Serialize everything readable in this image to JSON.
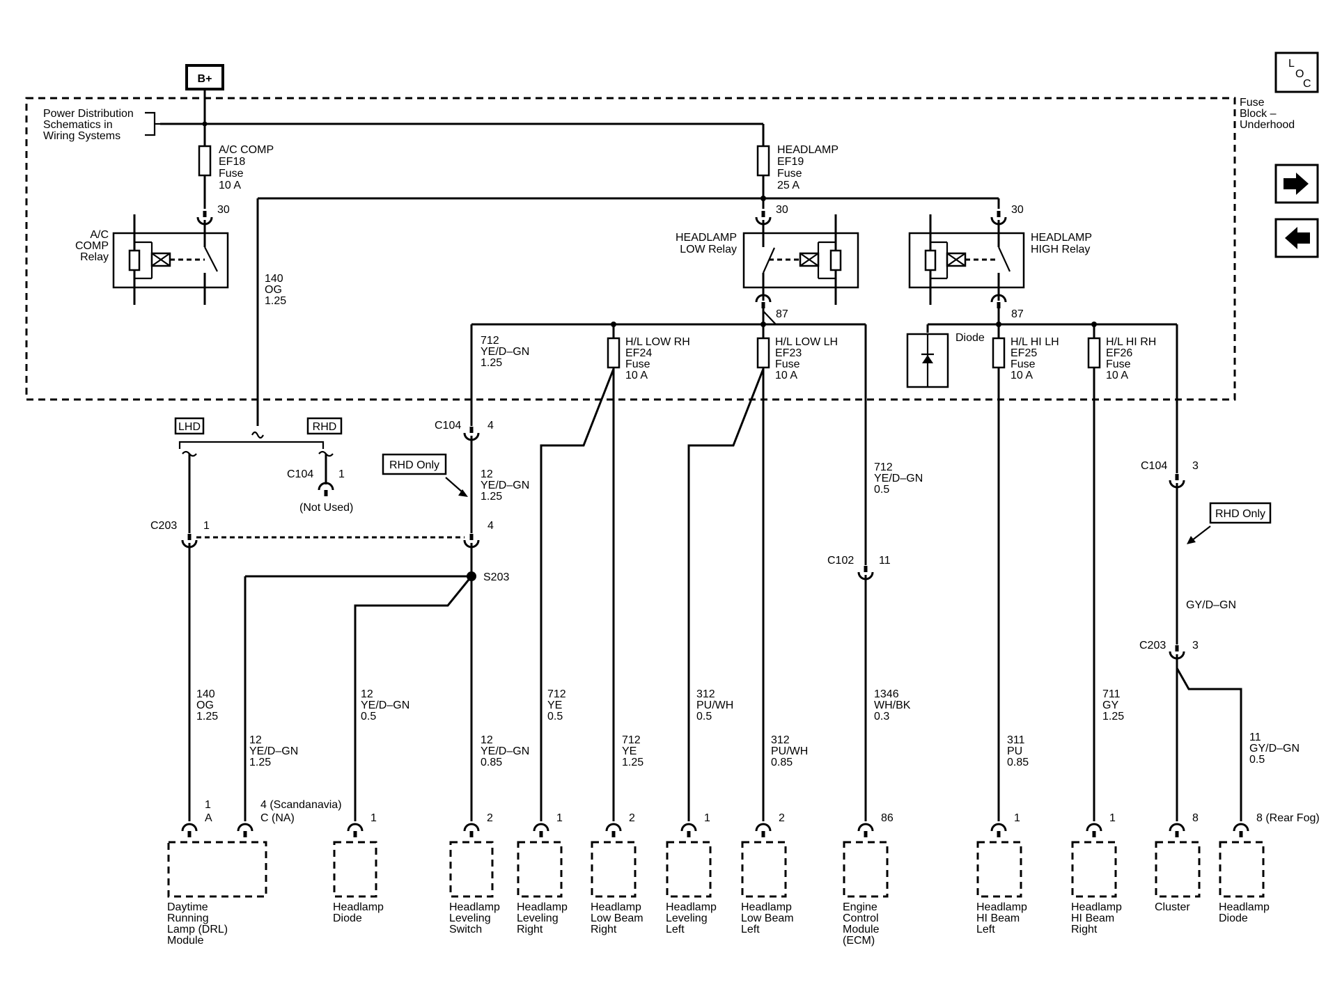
{
  "supply": {
    "label": "B+"
  },
  "fuse_block": {
    "name": "Fuse Block – Underhood",
    "line1": "Fuse",
    "line2": "Block –",
    "line3": "Underhood"
  },
  "power_ref": {
    "line1": "Power Distribution",
    "line2": "Schematics in",
    "line3": "Wiring Systems"
  },
  "nav": {
    "loc_l": "L",
    "loc_o": "O",
    "loc_c": "C",
    "next_icon": "arrow-right-icon",
    "prev_icon": "arrow-left-icon"
  },
  "fuses": {
    "ac": {
      "l1": "A/C COMP",
      "l2": "EF18",
      "l3": "Fuse",
      "l4": "10 A"
    },
    "hl": {
      "l1": "HEADLAMP",
      "l2": "EF19",
      "l3": "Fuse",
      "l4": "25 A"
    },
    "lrh": {
      "l1": "H/L LOW RH",
      "l2": "EF24",
      "l3": "Fuse",
      "l4": "10 A"
    },
    "llh": {
      "l1": "H/L LOW LH",
      "l2": "EF23",
      "l3": "Fuse",
      "l4": "10 A"
    },
    "hlh": {
      "l1": "H/L HI LH",
      "l2": "EF25",
      "l3": "Fuse",
      "l4": "10 A"
    },
    "hrh": {
      "l1": "H/L HI RH",
      "l2": "EF26",
      "l3": "Fuse",
      "l4": "10 A"
    }
  },
  "relays": {
    "ac": {
      "l1": "A/C",
      "l2": "COMP",
      "l3": "Relay",
      "pin": "30"
    },
    "low": {
      "l1": "HEADLAMP",
      "l2": "LOW Relay",
      "pin_in": "30",
      "pin_out": "87"
    },
    "high": {
      "l1": "HEADLAMP",
      "l2": "HIGH Relay",
      "pin_in": "30",
      "pin_out": "87"
    }
  },
  "diode_label": "Diode",
  "wires": {
    "og140_top": {
      "a": "140",
      "b": "OG",
      "c": "1.25"
    },
    "ye712_top": {
      "a": "712",
      "b": "YE/D–GN",
      "c": "1.25"
    },
    "ye12_mid": {
      "a": "12",
      "b": "YE/D–GN",
      "c": "1.25"
    },
    "ye712_ecm": {
      "a": "712",
      "b": "YE/D–GN",
      "c": "0.5"
    },
    "gy_dgn": "GY/D–GN",
    "og140_bot": {
      "a": "140",
      "b": "OG",
      "c": "1.25"
    },
    "ye12_drl": {
      "a": "12",
      "b": "YE/D–GN",
      "c": "1.25"
    },
    "ye12_diode": {
      "a": "12",
      "b": "YE/D–GN",
      "c": "0.5"
    },
    "ye12_sw": {
      "a": "12",
      "b": "YE/D–GN",
      "c": "0.85"
    },
    "ye712_lvr": {
      "a": "712",
      "b": "YE",
      "c": "0.5"
    },
    "ye712_lbr": {
      "a": "712",
      "b": "YE",
      "c": "1.25"
    },
    "pu312_lvl": {
      "a": "312",
      "b": "PU/WH",
      "c": "0.5"
    },
    "pu312_lbl": {
      "a": "312",
      "b": "PU/WH",
      "c": "0.85"
    },
    "wh1346": {
      "a": "1346",
      "b": "WH/BK",
      "c": "0.3"
    },
    "pu311": {
      "a": "311",
      "b": "PU",
      "c": "0.85"
    },
    "gy711": {
      "a": "711",
      "b": "GY",
      "c": "1.25"
    },
    "gy11": {
      "a": "11",
      "b": "GY/D–GN",
      "c": "0.5"
    }
  },
  "options": {
    "lhd": "LHD",
    "rhd": "RHD",
    "rhd_only": "RHD Only"
  },
  "connectors": {
    "c104_1": {
      "name": "C104",
      "pin": "1",
      "note": "(Not Used)"
    },
    "c104_4": {
      "name": "C104",
      "pin": "4"
    },
    "c104_3": {
      "name": "C104",
      "pin": "3"
    },
    "c203_1": {
      "name": "C203",
      "pin": "1"
    },
    "c203_4": "4",
    "c203_3": {
      "name": "C203",
      "pin": "3"
    },
    "c102": {
      "name": "C102",
      "pin": "11"
    },
    "s203": "S203"
  },
  "components": [
    {
      "pins": [
        "1",
        "A"
      ],
      "name": [
        "Daytime",
        "Running",
        "Lamp (DRL)",
        "Module"
      ]
    },
    {
      "pins": [
        "4  (Scandanavia)",
        "C  (NA)"
      ],
      "name": []
    },
    {
      "pins": [
        "1"
      ],
      "name": [
        "Headlamp",
        "Diode"
      ]
    },
    {
      "pins": [
        "2"
      ],
      "name": [
        "Headlamp",
        "Leveling",
        "Switch"
      ]
    },
    {
      "pins": [
        "1"
      ],
      "name": [
        "Headlamp",
        "Leveling",
        "Right"
      ]
    },
    {
      "pins": [
        "2"
      ],
      "name": [
        "Headlamp",
        "Low Beam",
        "Right"
      ]
    },
    {
      "pins": [
        "1"
      ],
      "name": [
        "Headlamp",
        "Leveling",
        "Left"
      ]
    },
    {
      "pins": [
        "2"
      ],
      "name": [
        "Headlamp",
        "Low Beam",
        "Left"
      ]
    },
    {
      "pins": [
        "86"
      ],
      "name": [
        "Engine",
        "Control",
        "Module",
        "(ECM)"
      ]
    },
    {
      "pins": [
        "1"
      ],
      "name": [
        "Headlamp",
        "HI Beam",
        "Left"
      ]
    },
    {
      "pins": [
        "1"
      ],
      "name": [
        "Headlamp",
        "HI Beam",
        "Right"
      ]
    },
    {
      "pins": [
        "8"
      ],
      "name": [
        "Cluster"
      ]
    },
    {
      "pins": [
        "8 (Rear Fog)"
      ],
      "name": [
        "Headlamp",
        "Diode"
      ]
    }
  ]
}
